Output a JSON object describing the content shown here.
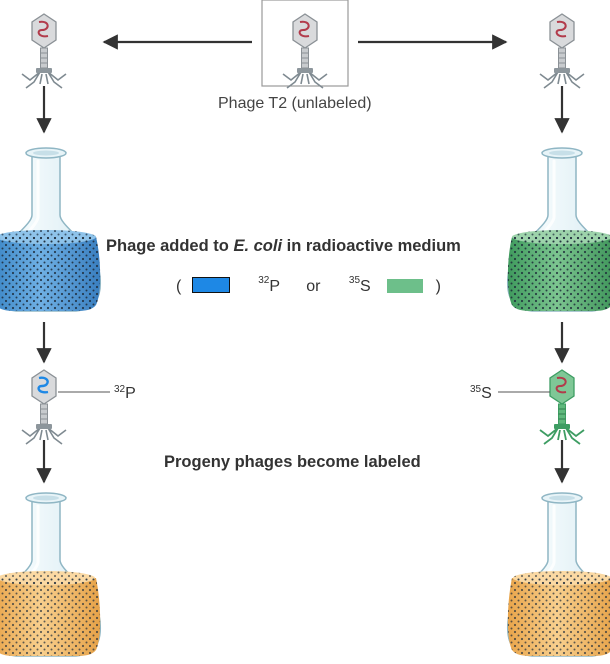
{
  "labels": {
    "phage_t2": "Phage T2 (unlabeled)",
    "added_prefix": "Phage added to ",
    "added_species": "E. coli",
    "added_suffix": " in radioactive medium",
    "progeny": "Progeny phages become labeled"
  },
  "legend": {
    "open_paren": "(",
    "p_mass": "32",
    "p_symbol": "P",
    "or": "or",
    "s_mass": "35",
    "s_symbol": "S",
    "close_paren": ")"
  },
  "isotope_labels": {
    "left_mass": "32",
    "left_symbol": "P",
    "right_mass": "35",
    "right_symbol": "S"
  },
  "colors": {
    "p32_blue": "#1e88e5",
    "s35_green": "#6dbf8a",
    "flask_blue": "#4f9ad6",
    "flask_green": "#5aa970",
    "flask_orange": "#f2bb6e",
    "arrow": "#333333"
  }
}
